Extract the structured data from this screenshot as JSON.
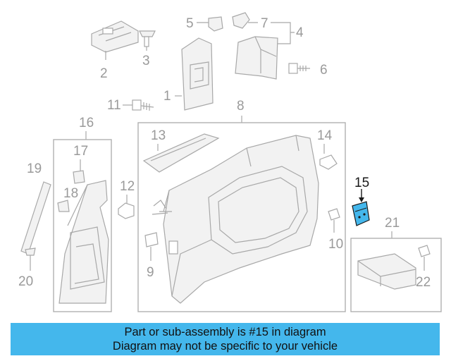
{
  "callouts": {
    "c1": "1",
    "c2": "2",
    "c3": "3",
    "c4": "4",
    "c5": "5",
    "c6": "6",
    "c7": "7",
    "c8": "8",
    "c9": "9",
    "c10": "10",
    "c11": "11",
    "c12": "12",
    "c13": "13",
    "c14": "14",
    "c15": "15",
    "c16": "16",
    "c17": "17",
    "c18": "18",
    "c19": "19",
    "c20": "20",
    "c21": "21",
    "c22": "22"
  },
  "highlight_color": "#44b7ec",
  "banner": {
    "line1": "Part or sub-assembly is #15 in diagram",
    "line2": "Diagram may not be specific to your vehicle"
  }
}
